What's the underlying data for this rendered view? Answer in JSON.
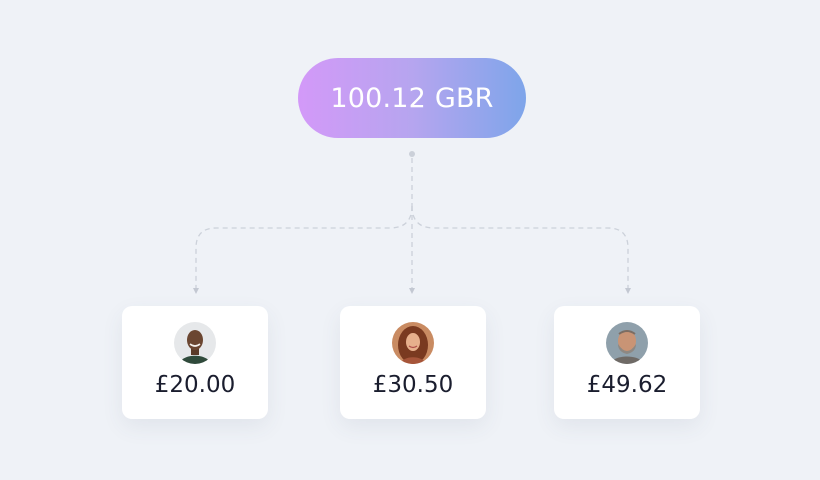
{
  "total": {
    "label": "100.12 GBR"
  },
  "recipients": [
    {
      "amount": "£20.00",
      "avatar_icon": "person-avatar-icon"
    },
    {
      "amount": "£30.50",
      "avatar_icon": "person-avatar-icon"
    },
    {
      "amount": "£49.62",
      "avatar_icon": "person-avatar-icon"
    }
  ],
  "colors": {
    "background": "#eff2f7",
    "gradient_start": "#d399f8",
    "gradient_end": "#7ea5ea",
    "connector": "#ccd1da",
    "amount_text": "#1a1d2e"
  }
}
